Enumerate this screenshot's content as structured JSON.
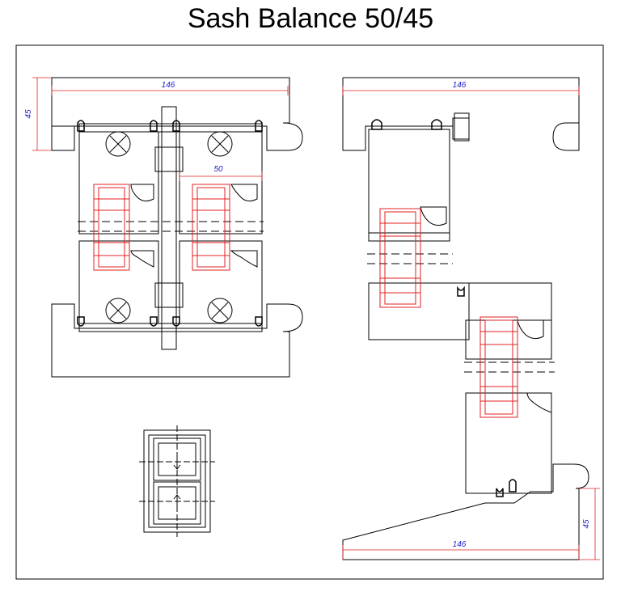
{
  "title": "Sash Balance 50/45",
  "dimensions": {
    "left_width": "146",
    "left_height": "45",
    "left_sash_width": "50",
    "right_top_width": "146",
    "right_bottom_width": "146",
    "right_height": "45"
  },
  "colors": {
    "line": "#000000",
    "dimension_line": "#e02020",
    "dimension_text": "#1f1fc8",
    "glazing": "#e02020"
  }
}
